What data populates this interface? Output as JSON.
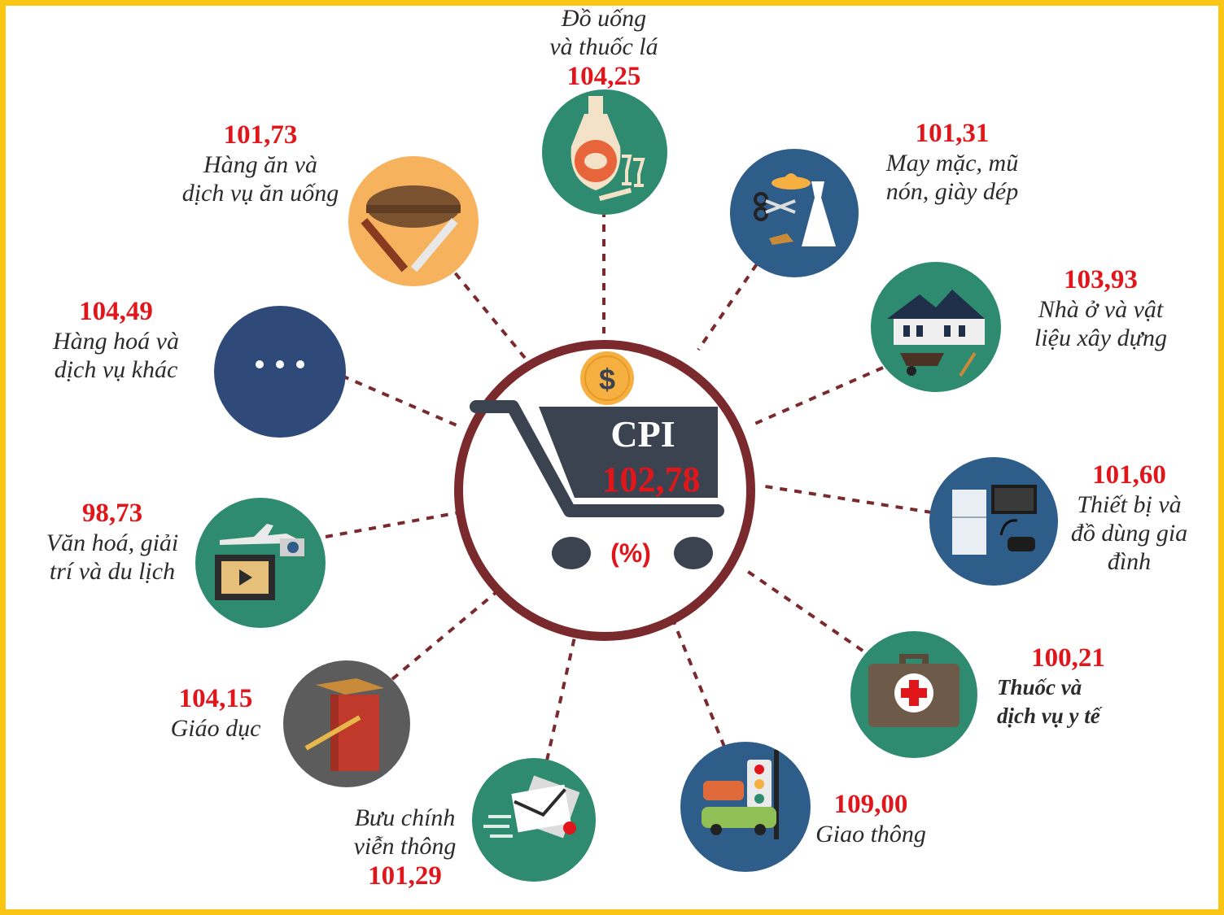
{
  "colors": {
    "frame": "#FBC513",
    "connector": "#7A2A2C",
    "value": "#E0161B",
    "cart": "#3B4250",
    "coin": "#F5B041"
  },
  "center": {
    "title": "CPI",
    "value": "102,78",
    "unit": "(%)"
  },
  "groups": {
    "do_uong": {
      "line1": "Đồ uống",
      "line2": "và thuốc lá",
      "value": "104,25",
      "icon": "bottle-icon"
    },
    "hang_an": {
      "line1": "Hàng ăn và",
      "line2": "dịch vụ ăn uống",
      "value": "101,73",
      "icon": "dish-icon"
    },
    "may_mac": {
      "line1": "May mặc, mũ",
      "line2": "nón, giày dép",
      "value": "101,31",
      "icon": "clothing-icon"
    },
    "nha_o": {
      "line1": "Nhà ở và vật",
      "line2": "liệu xây dựng",
      "value": "103,93",
      "icon": "house-icon"
    },
    "hang_hoa_khac": {
      "line1": "Hàng hoá và",
      "line2": "dịch vụ khác",
      "value": "104,49",
      "icon": "ellipsis-icon"
    },
    "thiet_bi": {
      "line1": "Thiết bị và",
      "line2": "đồ dùng gia",
      "line3": "đình",
      "value": "101,60",
      "icon": "appliance-icon"
    },
    "van_hoa": {
      "line1": "Văn hoá, giải",
      "line2": "trí và du lịch",
      "value": "98,73",
      "icon": "travel-icon"
    },
    "thuoc": {
      "line1": "Thuốc và",
      "line2": "dịch vụ y tế",
      "value": "100,21",
      "icon": "medical-kit-icon"
    },
    "giao_duc": {
      "line1": "Giáo dục",
      "value": "104,15",
      "icon": "book-icon"
    },
    "giao_thong": {
      "line1": "Giao thông",
      "value": "109,00",
      "icon": "traffic-icon"
    },
    "buu_chinh": {
      "line1": "Bưu chính",
      "line2": "viễn thông",
      "value": "101,29",
      "icon": "mail-icon"
    }
  }
}
